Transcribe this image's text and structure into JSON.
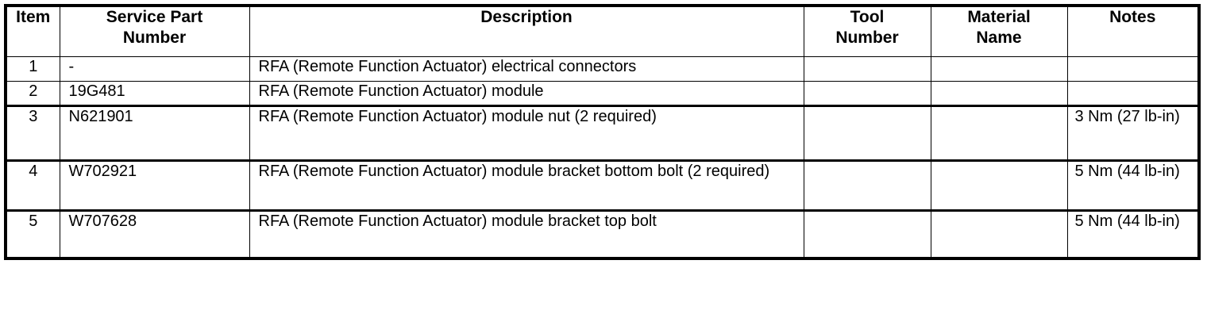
{
  "table": {
    "name": "service-parts-table",
    "columns": [
      {
        "key": "item",
        "label": "Item",
        "label_line2": ""
      },
      {
        "key": "part",
        "label": "Service Part",
        "label_line2": "Number"
      },
      {
        "key": "desc",
        "label": "Description",
        "label_line2": ""
      },
      {
        "key": "tool",
        "label": "Tool",
        "label_line2": "Number"
      },
      {
        "key": "material",
        "label": "Material",
        "label_line2": "Name"
      },
      {
        "key": "notes",
        "label": "Notes",
        "label_line2": ""
      }
    ],
    "rows": [
      {
        "item": "1",
        "part": "-",
        "desc": "RFA (Remote Function Actuator) electrical connectors",
        "tool": "",
        "material": "",
        "notes": ""
      },
      {
        "item": "2",
        "part": "19G481",
        "desc": "RFA (Remote Function Actuator) module",
        "tool": "",
        "material": "",
        "notes": ""
      },
      {
        "item": "3",
        "part": "N621901",
        "desc": "RFA (Remote Function Actuator) module nut (2 required)",
        "tool": "",
        "material": "",
        "notes": "3 Nm (27 lb-in)"
      },
      {
        "item": "4",
        "part": "W702921",
        "desc": "RFA (Remote Function Actuator) module bracket bottom bolt (2 required)",
        "tool": "",
        "material": "",
        "notes": "5 Nm (44 lb-in)"
      },
      {
        "item": "5",
        "part": "W707628",
        "desc": "RFA (Remote Function Actuator) module bracket top bolt",
        "tool": "",
        "material": "",
        "notes": "5 Nm (44 lb-in)"
      }
    ]
  },
  "colors": {
    "border": "#000000",
    "text": "#000000",
    "background": "#ffffff"
  }
}
